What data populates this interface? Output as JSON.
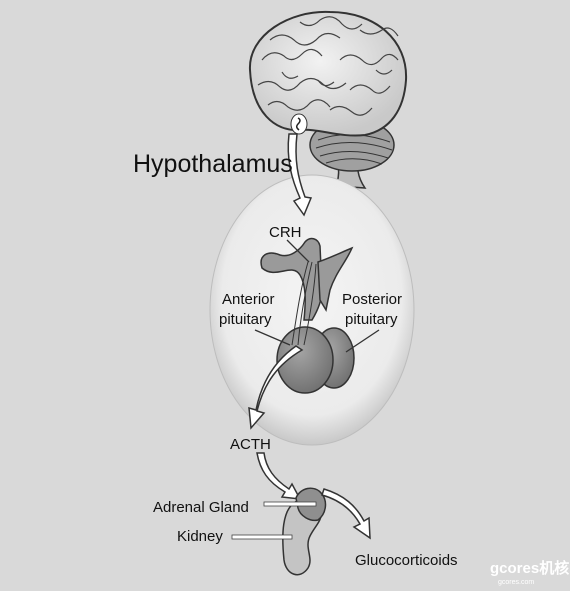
{
  "labels": {
    "hypothalamus": "Hypothalamus",
    "crh": "CRH",
    "anterior_line1": "Anterior",
    "anterior_line2": "pituitary",
    "posterior_line1": "Posterior",
    "posterior_line2": "pituitary",
    "acth": "ACTH",
    "adrenal_gland": "Adrenal Gland",
    "kidney": "Kidney",
    "glucocorticoids": "Glucocorticoids"
  },
  "watermark": {
    "brand": "gcores机核",
    "url": "gcores.com"
  },
  "colors": {
    "background": "#d9d9d9",
    "oval_fill": "#ececec",
    "organ_fill": "#8a8a8a",
    "arrow_fill": "#ffffff",
    "text": "#111111"
  }
}
